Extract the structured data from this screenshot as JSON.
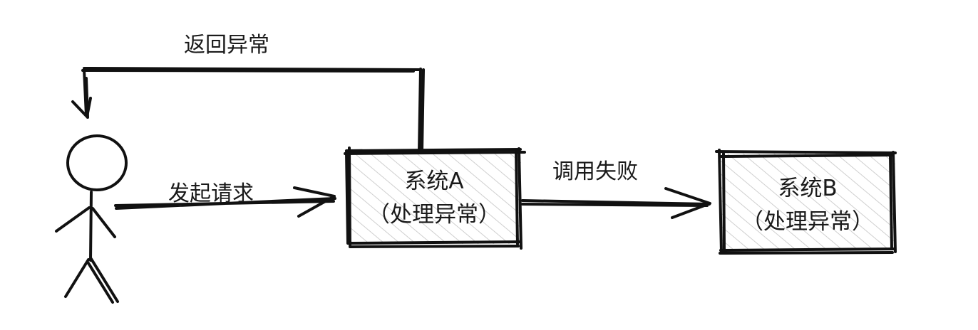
{
  "edges": {
    "return_error": "返回异常",
    "send_request": "发起请求",
    "call_failed": "调用失败"
  },
  "nodes": {
    "system_a": {
      "name": "系统A",
      "note": "（处理异常）"
    },
    "system_b": {
      "name": "系统B",
      "note": "（处理异常）"
    }
  },
  "colors": {
    "stroke": "#111111",
    "hatch": "#c9c9c9",
    "text": "#1a1a1a"
  }
}
